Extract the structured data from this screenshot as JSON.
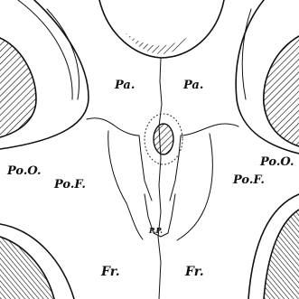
{
  "labels": {
    "pa_left": "Pa.",
    "pa_right": "Pa.",
    "po_o_left": "Po.O.",
    "po_o_right": "Po.O.",
    "po_f_left": "Po.F.",
    "po_f_right": "Po.F.",
    "fr_left": "Fr.",
    "fr_right": "Fr.",
    "pp": "P.P."
  }
}
